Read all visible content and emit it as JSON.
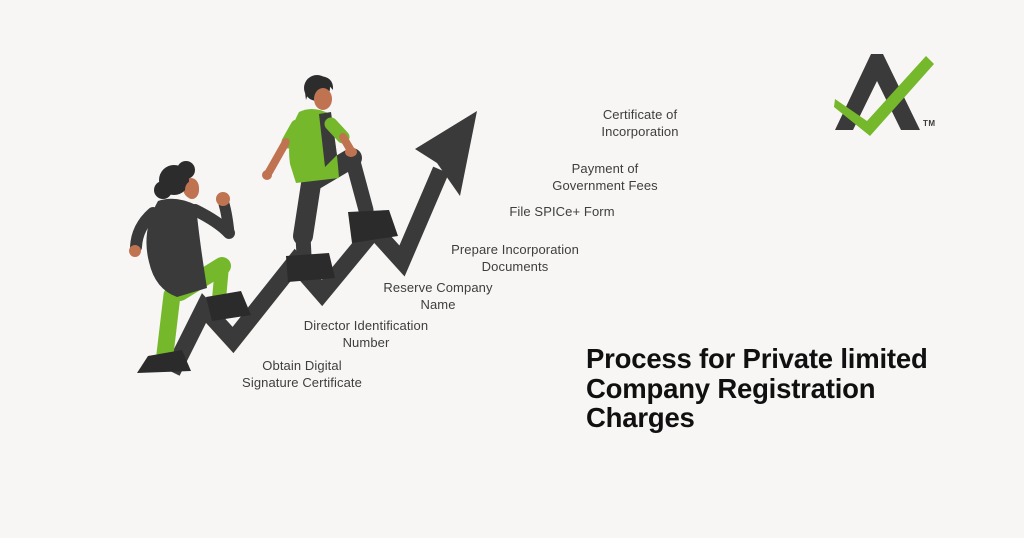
{
  "page": {
    "background_color": "#f7f6f4"
  },
  "colors": {
    "arrow_dark": "#3a3a3a",
    "accent_green": "#76b82c",
    "skin_tone": "#bf7351",
    "title_ink": "#101010",
    "label_ink": "#3e3e3e"
  },
  "brand": {
    "trademark": "TM"
  },
  "title": {
    "text": "Process for Private limited\nCompany Registration\nCharges"
  },
  "steps": [
    {
      "label": "Obtain Digital\nSignature Certificate"
    },
    {
      "label": "Director Identification\nNumber"
    },
    {
      "label": "Reserve Company\nName"
    },
    {
      "label": "Prepare Incorporation\nDocuments"
    },
    {
      "label": "File SPICe+ Form"
    },
    {
      "label": "Payment of\nGovernment Fees"
    },
    {
      "label": "Certificate of\nIncorporation"
    }
  ]
}
